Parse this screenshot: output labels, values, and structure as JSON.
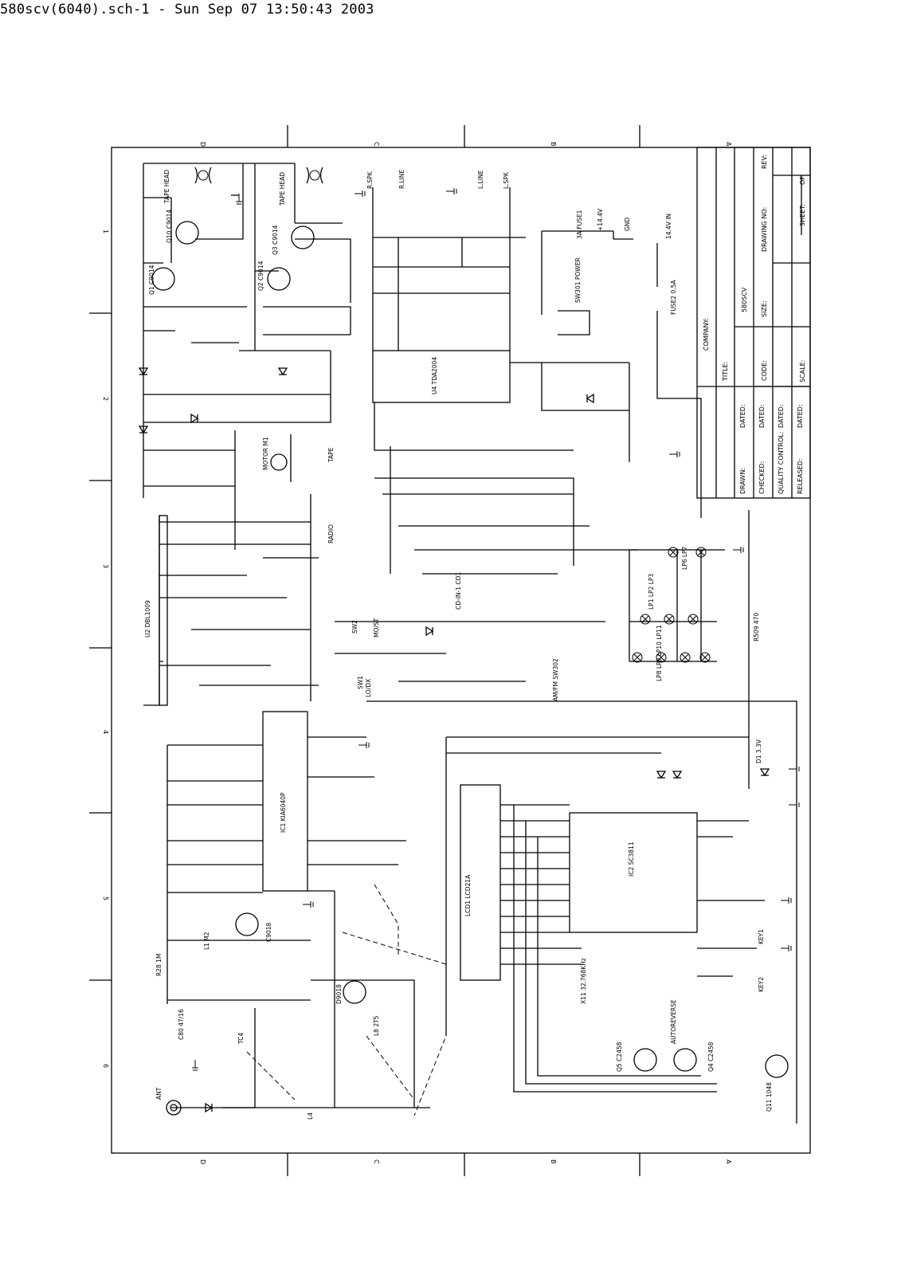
{
  "header": {
    "text": "580scv(6040).sch-1 - Sun Sep 07 13:50:43 2003"
  },
  "zones": {
    "letters": [
      "D",
      "C",
      "B",
      "A"
    ],
    "numbers": [
      "1",
      "2",
      "3",
      "4",
      "5",
      "6"
    ]
  },
  "title_block": {
    "company": "COMPANY:",
    "title": "TITLE:",
    "title_value": "580SCV",
    "code": "CODE:",
    "size": "SIZE:",
    "drawing_no": "DRAWING NO:",
    "rev": "REV:",
    "scale": "SCALE:",
    "sheet": "SHEET:",
    "of": "OF",
    "drawn": "DRAWN:",
    "checked": "CHECKED:",
    "quality_control": "QUALITY CONTROL:",
    "released": "RELEASED:",
    "dated": "DATED:"
  },
  "components": [
    {
      "id": "tape_head_1",
      "text": "TAPE HEAD"
    },
    {
      "id": "tape_head_2",
      "text": "TAPE HEAD"
    },
    {
      "id": "r_spk",
      "text": "R.SPK"
    },
    {
      "id": "r_line",
      "text": "R.LINE"
    },
    {
      "id": "l_line",
      "text": "L.LINE"
    },
    {
      "id": "l_spk",
      "text": "L.SPK"
    },
    {
      "id": "plus_14v",
      "text": "+14.4V"
    },
    {
      "id": "gnd",
      "text": "GND"
    },
    {
      "id": "in_14v",
      "text": "14.4V IN"
    },
    {
      "id": "fuse1",
      "text": "3A FUSE1"
    },
    {
      "id": "fuse2",
      "text": "FUSE2 0.5A"
    },
    {
      "id": "power",
      "text": "SW301 POWER"
    },
    {
      "id": "u4",
      "text": "U4 TDA2004"
    },
    {
      "id": "u2",
      "text": "U2 DBL1009"
    },
    {
      "id": "ic1",
      "text": "IC1 KIA6040P"
    },
    {
      "id": "lcd1",
      "text": "LCD1 LCD21A"
    },
    {
      "id": "ic2",
      "text": "IC2 SC3811"
    },
    {
      "id": "motor",
      "text": "MOTOR M1"
    },
    {
      "id": "tape",
      "text": "TAPE"
    },
    {
      "id": "radio",
      "text": "RADIO"
    },
    {
      "id": "mo_st",
      "text": "MO/ST"
    },
    {
      "id": "lo_dx",
      "text": "LO/DX"
    },
    {
      "id": "am_fm",
      "text": "AM/FM SW302"
    },
    {
      "id": "autoreverse",
      "text": "AUTOREVERSE"
    },
    {
      "id": "key1",
      "text": "KEY1"
    },
    {
      "id": "key2",
      "text": "KEY2"
    },
    {
      "id": "ant",
      "text": "ANT"
    },
    {
      "id": "q1",
      "text": "Q1 C9014"
    },
    {
      "id": "q2",
      "text": "Q2 C9014"
    },
    {
      "id": "q3",
      "text": "Q3 C9014"
    },
    {
      "id": "q10",
      "text": "Q10 C9014"
    },
    {
      "id": "q4",
      "text": "Q4 C2458"
    },
    {
      "id": "q5",
      "text": "Q5 C2458"
    },
    {
      "id": "q11",
      "text": "Q11 1048"
    },
    {
      "id": "c9018",
      "text": "C9018"
    },
    {
      "id": "d9018",
      "text": "D9018"
    },
    {
      "id": "x11",
      "text": "X11 32.768KHz"
    },
    {
      "id": "sw2",
      "text": "SW2"
    },
    {
      "id": "sw1",
      "text": "SW1"
    },
    {
      "id": "cd_in",
      "text": "CD-IN-1 CD1"
    },
    {
      "id": "lp_group1",
      "text": "LP1 LP2 LP3"
    },
    {
      "id": "lp_group2",
      "text": "LP8 LP9 LP10 LP11"
    },
    {
      "id": "lp_group3",
      "text": "LP6 LP7"
    },
    {
      "id": "r509",
      "text": "R509 470"
    },
    {
      "id": "d1",
      "text": "D1 3.3V"
    },
    {
      "id": "l1",
      "text": "L1 M2"
    },
    {
      "id": "l4",
      "text": "L4"
    },
    {
      "id": "l8",
      "text": "L8 2T5"
    },
    {
      "id": "tc4",
      "text": "TC4"
    },
    {
      "id": "c80",
      "text": "C80 47/16"
    },
    {
      "id": "r28",
      "text": "R28 1M"
    }
  ]
}
